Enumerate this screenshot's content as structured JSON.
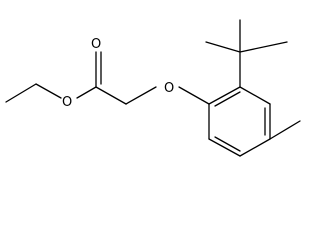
{
  "molecule": {
    "atoms": {
      "carbonyl_oxygen": "O",
      "ester_oxygen": "O",
      "ether_oxygen": "O"
    },
    "colors": {
      "bond": "#000000",
      "label": "#000000",
      "background": "#ffffff"
    }
  }
}
